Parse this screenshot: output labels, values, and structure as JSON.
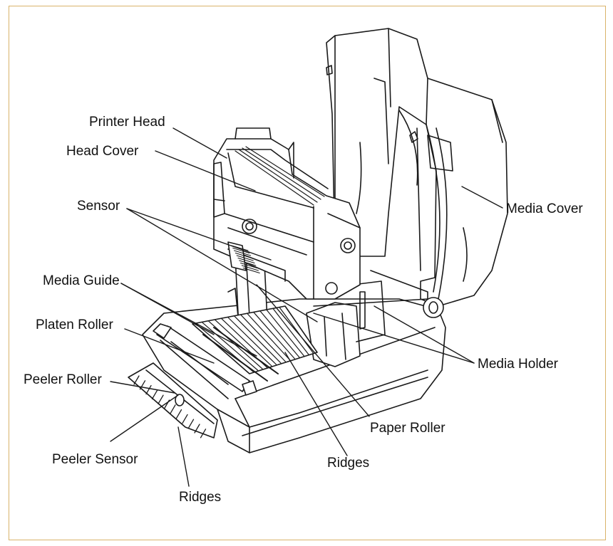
{
  "frame": {
    "border_color": "#d9b36a"
  },
  "labels": {
    "printer_head": "Printer Head",
    "head_cover": "Head Cover",
    "sensor": "Sensor",
    "media_guide": "Media Guide",
    "platen_roller": "Platen Roller",
    "peeler_roller": "Peeler Roller",
    "peeler_sensor": "Peeler Sensor",
    "ridges_left": "Ridges",
    "ridges_center": "Ridges",
    "paper_roller": "Paper Roller",
    "media_holder": "Media Holder",
    "media_cover": "Media Cover"
  }
}
